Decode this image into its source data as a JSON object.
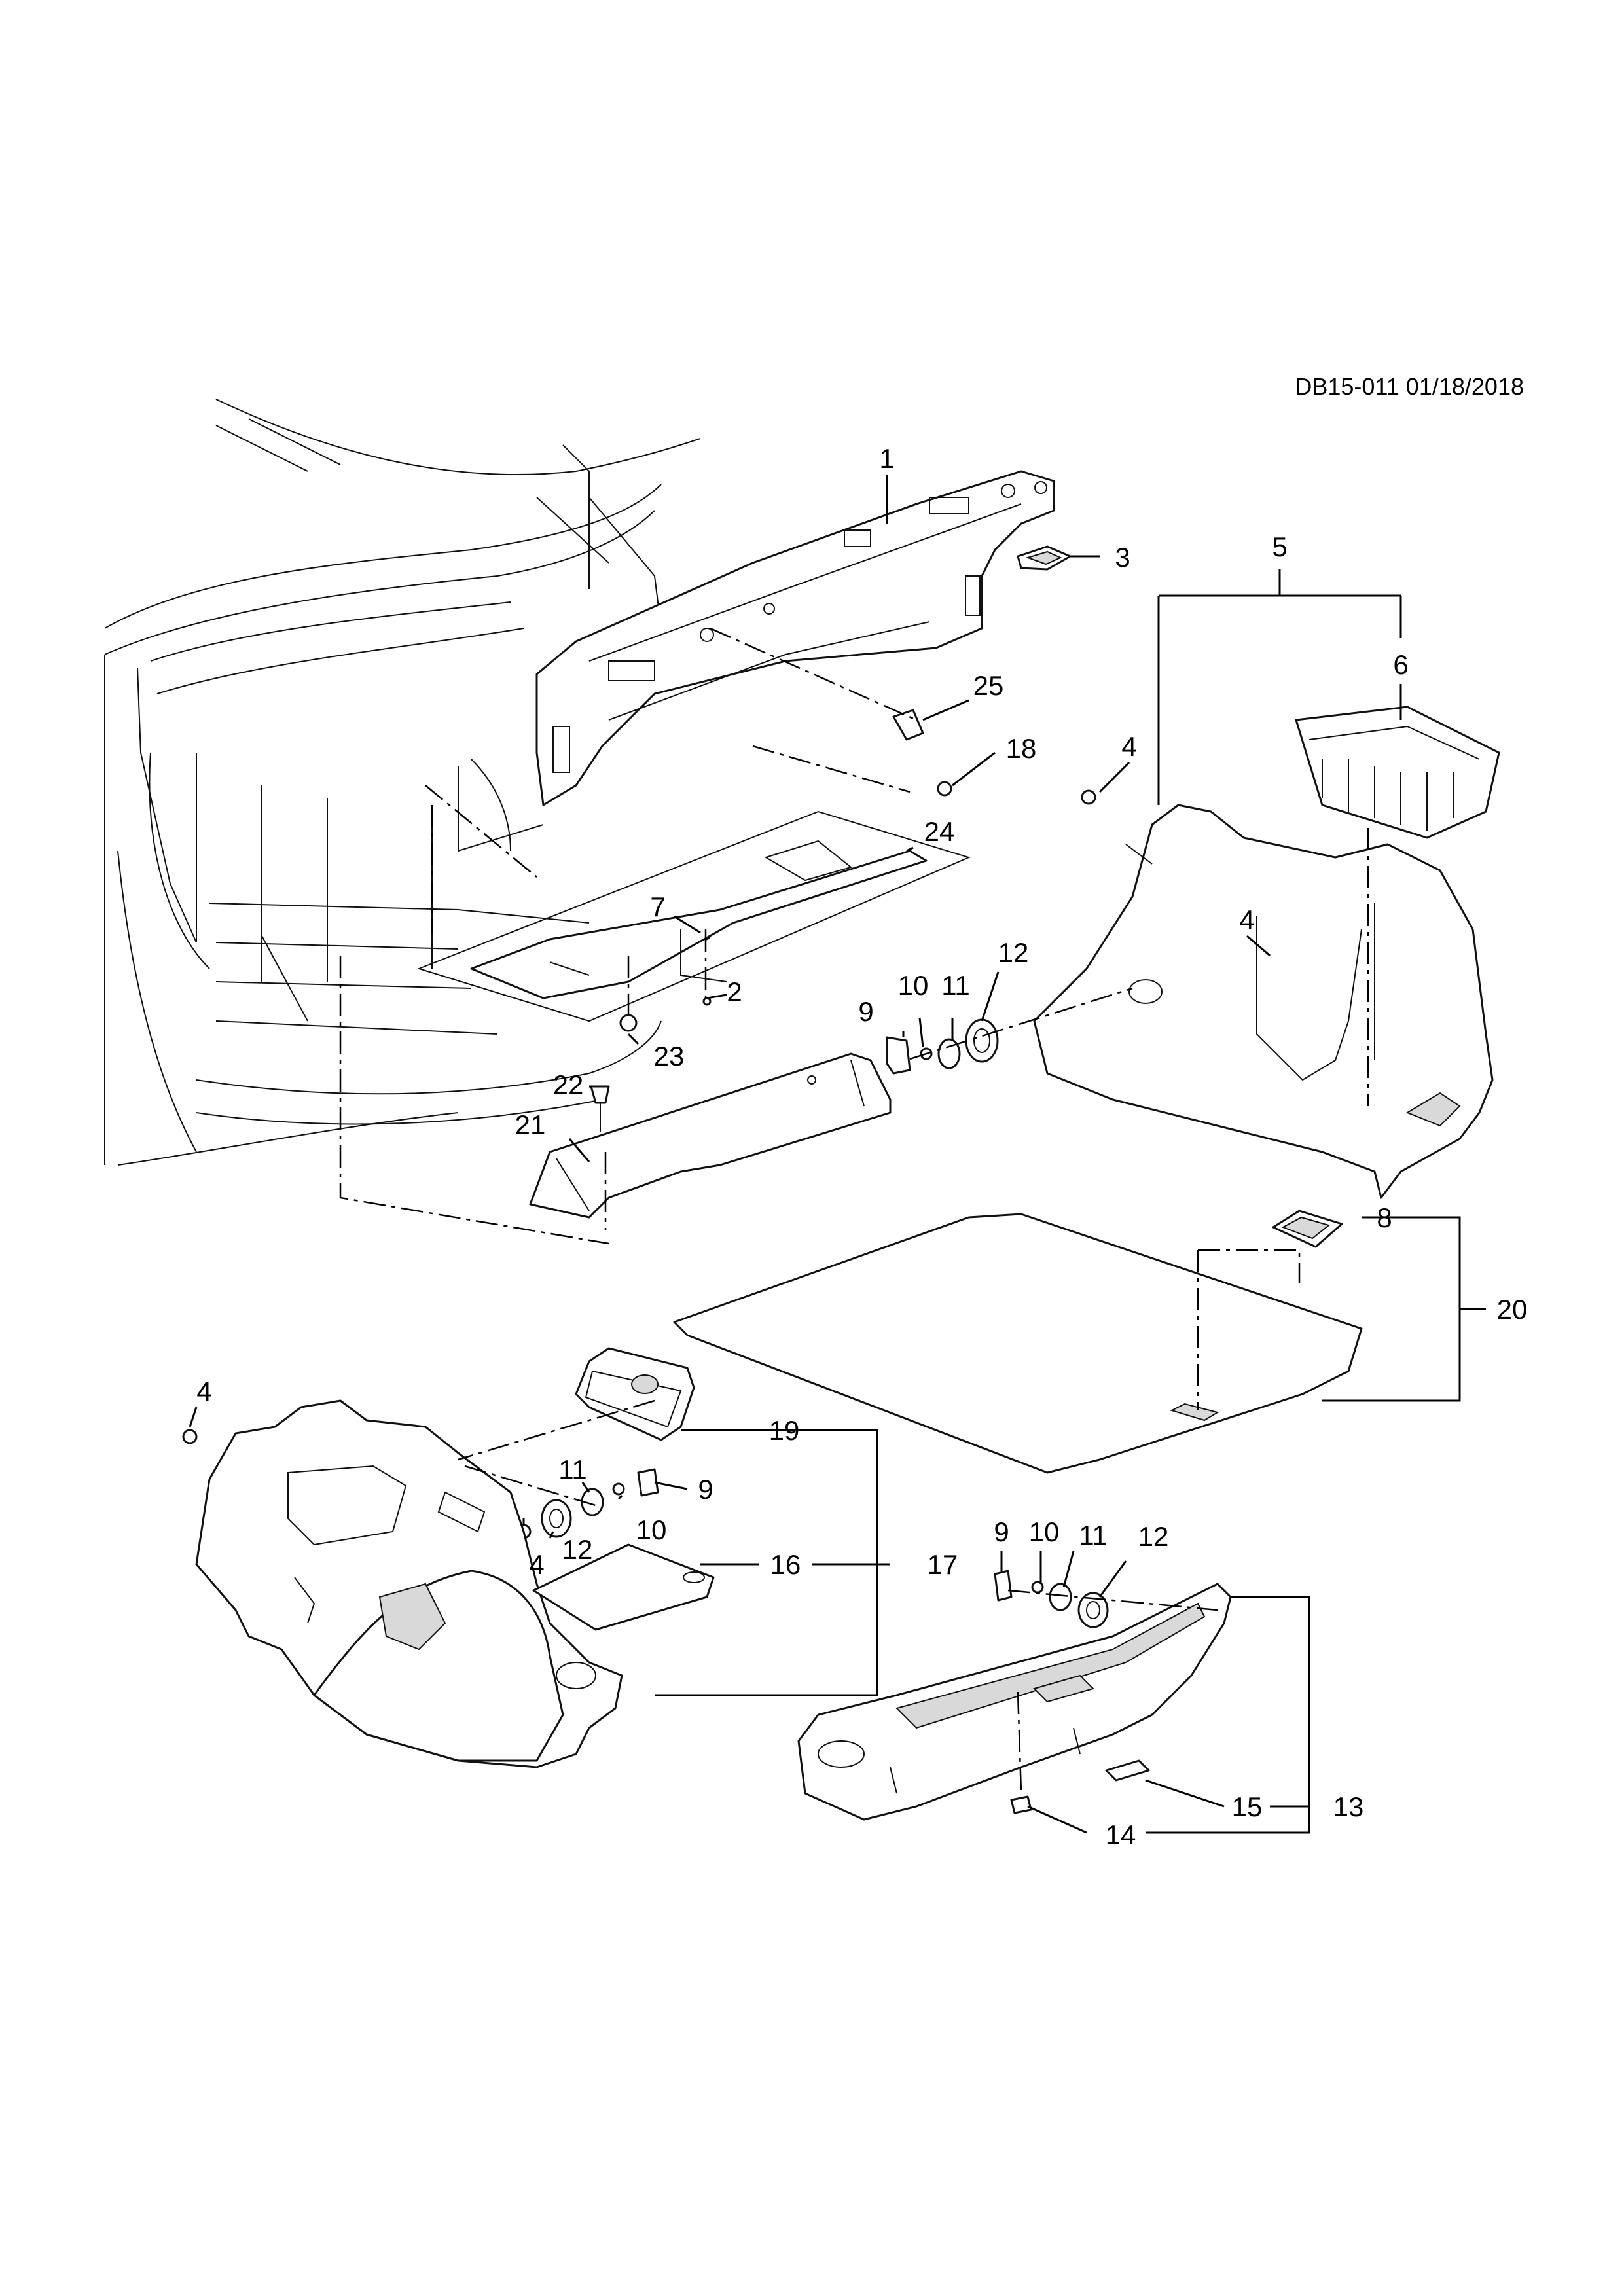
{
  "document": {
    "reference": "DB15-011 01/18/2018"
  },
  "callouts": [
    {
      "id": "c1",
      "label": "1"
    },
    {
      "id": "c2",
      "label": "2"
    },
    {
      "id": "c3",
      "label": "3"
    },
    {
      "id": "c4a",
      "label": "4"
    },
    {
      "id": "c4b",
      "label": "4"
    },
    {
      "id": "c4c",
      "label": "4"
    },
    {
      "id": "c4d",
      "label": "4"
    },
    {
      "id": "c5",
      "label": "5"
    },
    {
      "id": "c6",
      "label": "6"
    },
    {
      "id": "c7",
      "label": "7"
    },
    {
      "id": "c8",
      "label": "8"
    },
    {
      "id": "c9a",
      "label": "9"
    },
    {
      "id": "c9b",
      "label": "9"
    },
    {
      "id": "c9c",
      "label": "9"
    },
    {
      "id": "c10a",
      "label": "10"
    },
    {
      "id": "c10b",
      "label": "10"
    },
    {
      "id": "c10c",
      "label": "10"
    },
    {
      "id": "c11a",
      "label": "11"
    },
    {
      "id": "c11b",
      "label": "11"
    },
    {
      "id": "c11c",
      "label": "11"
    },
    {
      "id": "c12a",
      "label": "12"
    },
    {
      "id": "c12b",
      "label": "12"
    },
    {
      "id": "c12c",
      "label": "12"
    },
    {
      "id": "c13",
      "label": "13"
    },
    {
      "id": "c14",
      "label": "14"
    },
    {
      "id": "c15",
      "label": "15"
    },
    {
      "id": "c16",
      "label": "16"
    },
    {
      "id": "c17",
      "label": "17"
    },
    {
      "id": "c18",
      "label": "18"
    },
    {
      "id": "c19",
      "label": "19"
    },
    {
      "id": "c20",
      "label": "20"
    },
    {
      "id": "c21",
      "label": "21"
    },
    {
      "id": "c22",
      "label": "22"
    },
    {
      "id": "c23",
      "label": "23"
    },
    {
      "id": "c24",
      "label": "24"
    },
    {
      "id": "c25",
      "label": "25"
    }
  ]
}
